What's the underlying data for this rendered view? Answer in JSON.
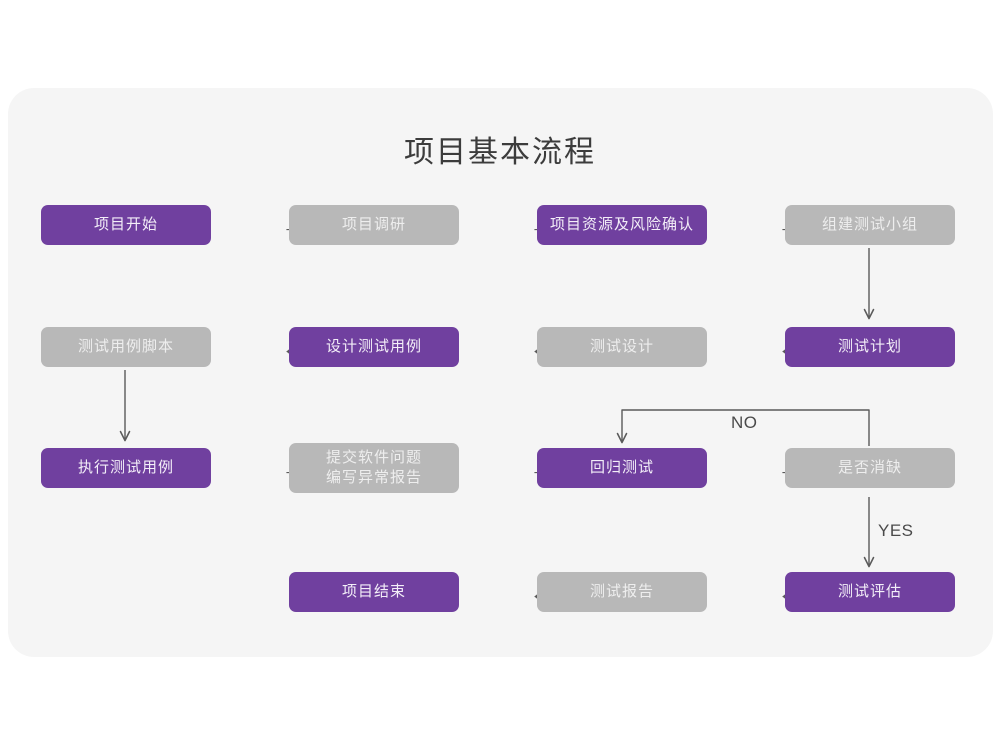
{
  "page": {
    "background": "#ffffff",
    "card_background": "#f5f5f5"
  },
  "colors": {
    "purple": "#70409f",
    "gray": "#b8b8b8",
    "purple_text": "#f3eef8",
    "gray_text": "#eeeeee",
    "connector": "#5a5a5a",
    "title_text": "#3c3c3c"
  },
  "header": {
    "title": "项目基本流程"
  },
  "rows": [
    {
      "id": "row-1",
      "direction": "right",
      "nodes": [
        {
          "id": "n1",
          "label": "项目开始",
          "style": "purple"
        },
        {
          "id": "n2",
          "label": "项目调研",
          "style": "gray"
        },
        {
          "id": "n3",
          "label": "项目资源及风险确认",
          "style": "purple"
        },
        {
          "id": "n4",
          "label": "组建测试小组",
          "style": "gray"
        }
      ],
      "arrows": [
        "→",
        "→",
        "→"
      ]
    },
    {
      "id": "row-2",
      "direction": "left",
      "nodes": [
        {
          "id": "n8",
          "label": "测试用例脚本",
          "style": "gray"
        },
        {
          "id": "n7",
          "label": "设计测试用例",
          "style": "purple"
        },
        {
          "id": "n6",
          "label": "测试设计",
          "style": "gray"
        },
        {
          "id": "n5",
          "label": "测试计划",
          "style": "purple"
        }
      ],
      "arrows": [
        "←",
        "←",
        "←"
      ]
    },
    {
      "id": "row-3",
      "direction": "right",
      "nodes": [
        {
          "id": "n9",
          "label": "执行测试用例",
          "style": "purple"
        },
        {
          "id": "n10",
          "label": "提交软件问题\n编写异常报告",
          "style": "gray"
        },
        {
          "id": "n11",
          "label": "回归测试",
          "style": "purple"
        },
        {
          "id": "n12",
          "label": "是否消缺",
          "style": "gray"
        }
      ],
      "arrows": [
        "→",
        "→",
        "→"
      ]
    },
    {
      "id": "row-4",
      "direction": "left",
      "nodes": [
        {
          "id": "n15",
          "label": "项目结束",
          "style": "purple"
        },
        {
          "id": "n14",
          "label": "测试报告",
          "style": "gray"
        },
        {
          "id": "n13",
          "label": "测试评估",
          "style": "purple"
        }
      ],
      "arrows": [
        "←",
        "←"
      ]
    }
  ],
  "branches": [
    {
      "id": "branch-no",
      "label": "NO"
    },
    {
      "id": "branch-yes",
      "label": "YES"
    }
  ]
}
